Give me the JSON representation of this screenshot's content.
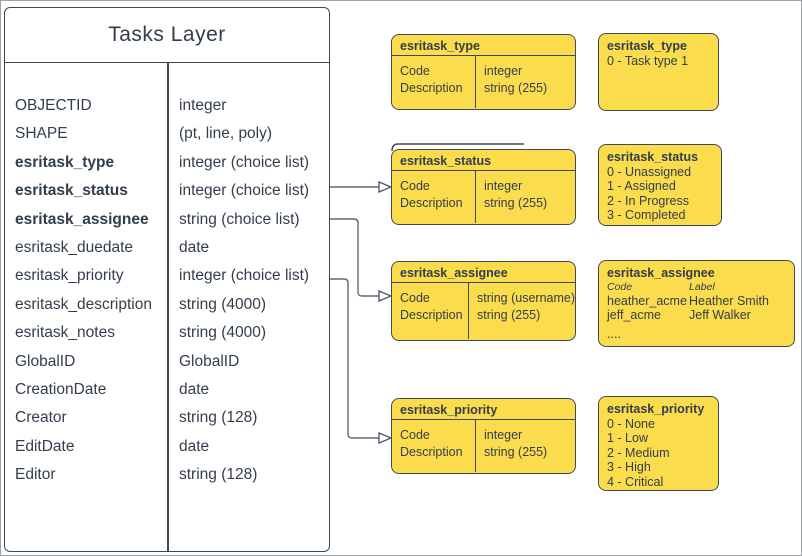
{
  "colors": {
    "box_fill_yellow": "#fbdc4c",
    "box_border": "#404a55",
    "text": "#333e4c",
    "connector": "#5d6a76",
    "canvas_border": "#9aa3ab",
    "background": "#ffffff"
  },
  "tasks_layer": {
    "title": "Tasks Layer",
    "fields": [
      {
        "name": "OBJECTID",
        "type": "integer"
      },
      {
        "name": "SHAPE",
        "type": "(pt, line, poly)"
      },
      {
        "name": "esritask_type",
        "type": "integer (choice list)"
      },
      {
        "name": "esritask_status",
        "type": "integer (choice list)"
      },
      {
        "name": "esritask_assignee",
        "type": "string (choice list)"
      },
      {
        "name": "esritask_duedate",
        "type": "date"
      },
      {
        "name": "esritask_priority",
        "type": "integer (choice list)"
      },
      {
        "name": "esritask_description",
        "type": "string (4000)"
      },
      {
        "name": "esritask_notes",
        "type": "string (4000)"
      },
      {
        "name": "GlobalID",
        "type": "GlobalID"
      },
      {
        "name": "CreationDate",
        "type": "date"
      },
      {
        "name": "Creator",
        "type": "string (128)"
      },
      {
        "name": "EditDate",
        "type": "date"
      },
      {
        "name": "Editor",
        "type": "string (128)"
      }
    ]
  },
  "schema_boxes": [
    {
      "title": "esritask_type",
      "fields": [
        {
          "name": "Code",
          "type": "integer"
        },
        {
          "name": "Description",
          "type": "string (255)"
        }
      ]
    },
    {
      "title": "esritask_status",
      "fields": [
        {
          "name": "Code",
          "type": "integer"
        },
        {
          "name": "Description",
          "type": "string (255)"
        }
      ]
    },
    {
      "title": "esritask_assignee",
      "fields": [
        {
          "name": "Code",
          "type": "string (username)"
        },
        {
          "name": "Description",
          "type": "string (255)"
        }
      ]
    },
    {
      "title": "esritask_priority",
      "fields": [
        {
          "name": "Code",
          "type": "integer"
        },
        {
          "name": "Description",
          "type": "string (255)"
        }
      ]
    }
  ],
  "value_boxes": {
    "type": {
      "title": "esritask_type",
      "values": [
        "0 - Task type 1"
      ]
    },
    "status": {
      "title": "esritask_status",
      "values": [
        "0 - Unassigned",
        "1 - Assigned",
        "2 - In Progress",
        "3 - Completed"
      ]
    },
    "assignee": {
      "title": "esritask_assignee",
      "col_headers": [
        "Code",
        "Label"
      ],
      "rows": [
        [
          "heather_acme",
          "Heather Smith"
        ],
        [
          "jeff_acme",
          "Jeff Walker"
        ]
      ],
      "ellipsis": "...."
    },
    "priority": {
      "title": "esritask_priority",
      "values": [
        "0 - None",
        "1 - Low",
        "2 - Medium",
        "3 - High",
        "4 - Critical"
      ]
    }
  }
}
